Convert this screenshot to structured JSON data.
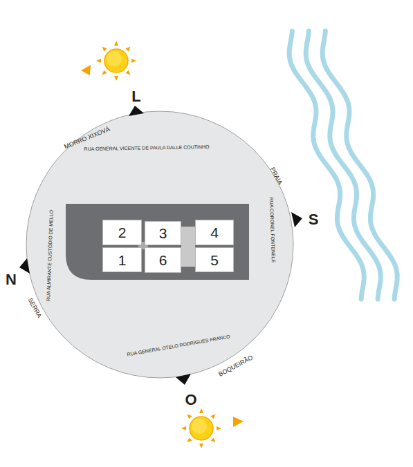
{
  "diagram": {
    "nodes": [
      {
        "text": [
          "2"
        ]
      },
      {
        "text": [
          "3"
        ]
      },
      {
        "text": [
          "4"
        ]
      },
      {
        "text": [
          "1"
        ]
      },
      {
        "text": [
          "6"
        ]
      },
      {
        "text": [
          "5"
        ]
      }
    ],
    "labels": [
      "L",
      "MORRO XIXOVÁ",
      "RUA GENERAL VICENTE DE PAULA DALLE COUTINHO",
      "PRAIA",
      "RUA CORONEL FONTENELE",
      "S",
      "N",
      "RUA ALMIRANTE CUSTÓDIO DE MELLO",
      "SERRA",
      "RUA GENERAL OTELO RODRIGUES FRANCO",
      "BOQUEIRÃO",
      "O"
    ]
  }
}
